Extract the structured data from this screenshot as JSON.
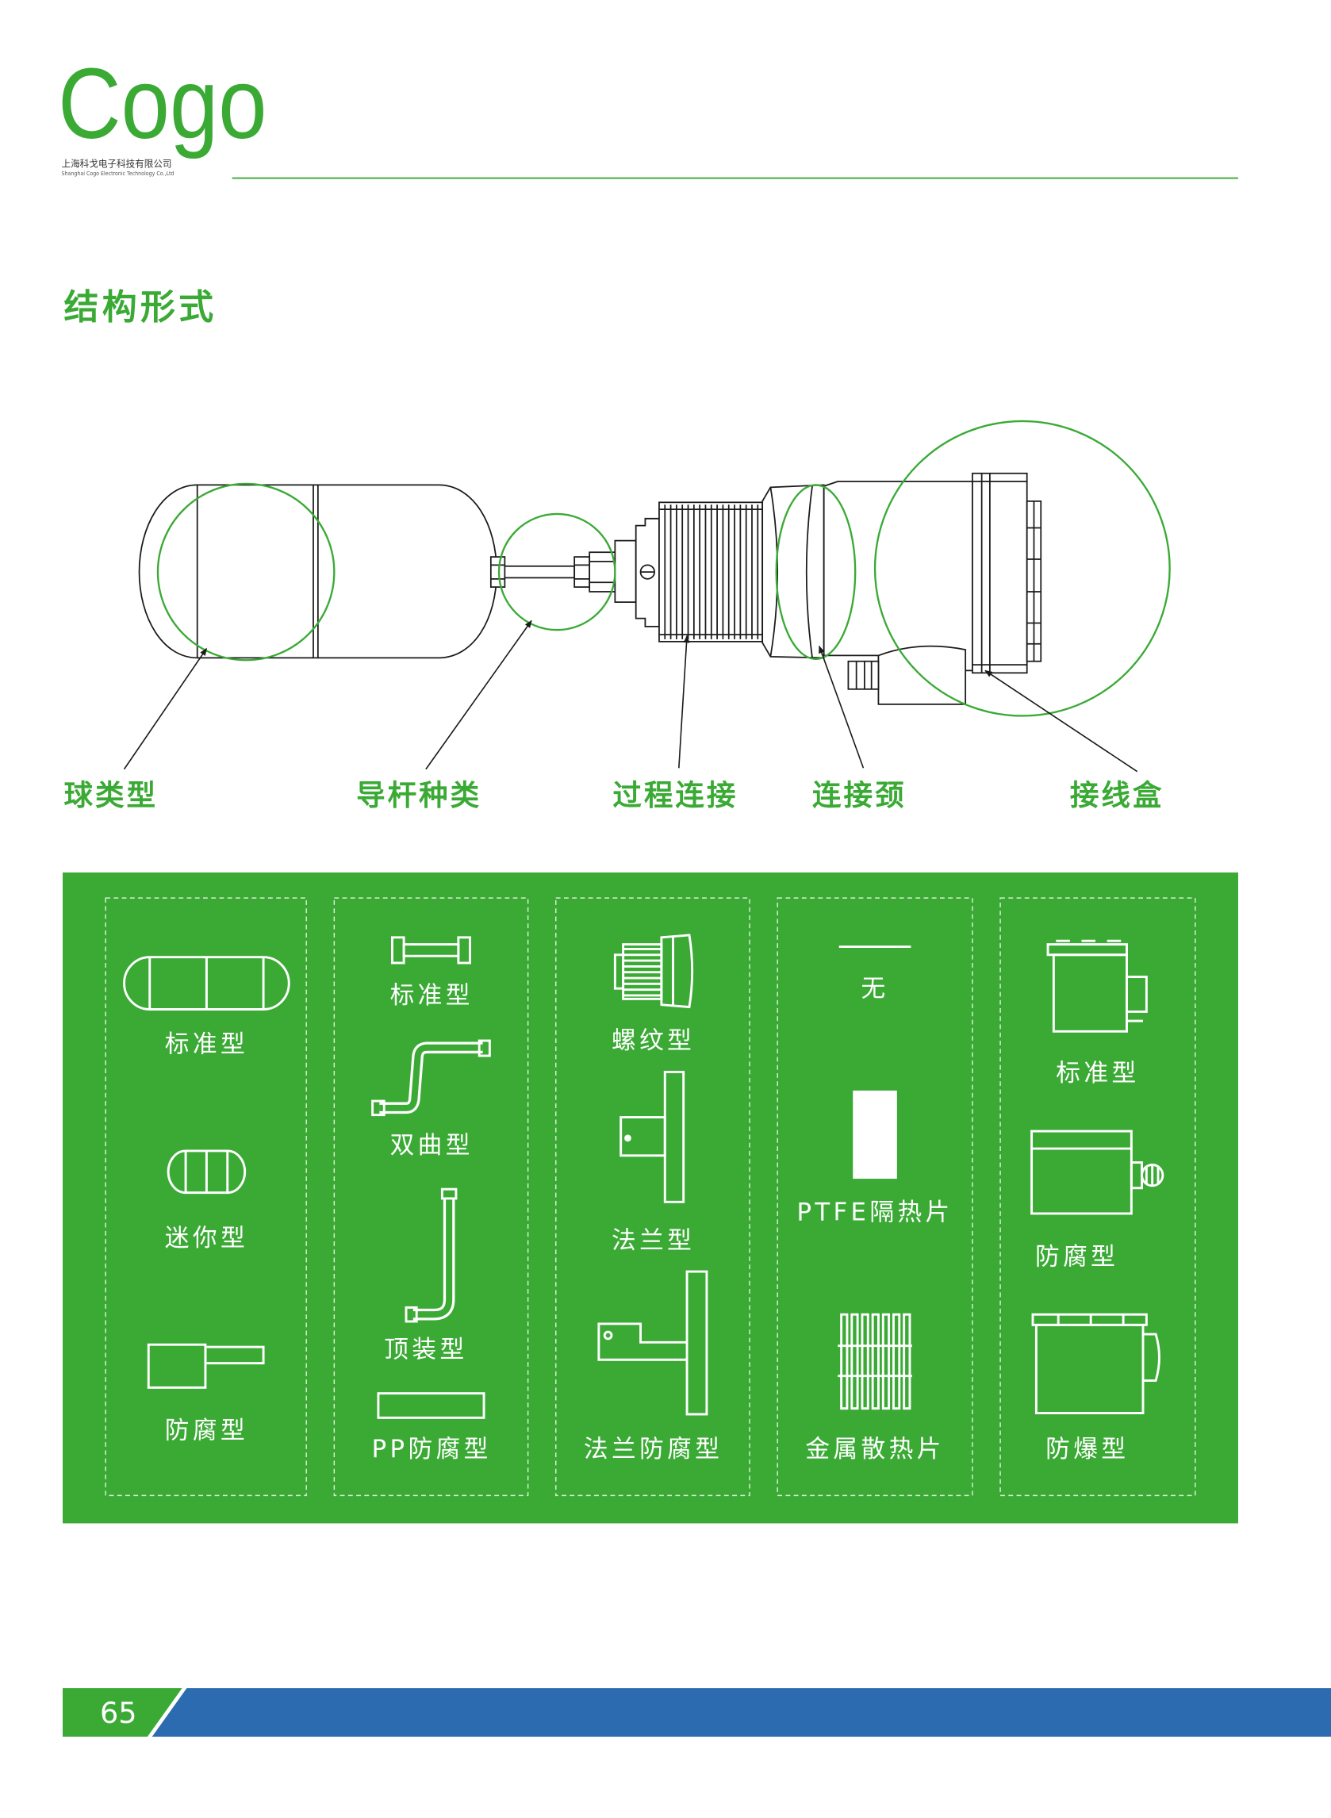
{
  "header": {
    "logo_text": "Cogo",
    "company_cn": "上海科戈电子科技有限公司",
    "company_en": "Shanghai Cogo Electronic Technology Co.,Ltd"
  },
  "section_title": "结构形式",
  "diagram": {
    "parts": [
      {
        "label": "球类型",
        "icon": "float-ball-icon"
      },
      {
        "label": "导杆种类",
        "icon": "guide-rod-icon"
      },
      {
        "label": "过程连接",
        "icon": "thread-connection-icon"
      },
      {
        "label": "连接颈",
        "icon": "connection-neck-icon"
      },
      {
        "label": "接线盒",
        "icon": "junction-box-icon"
      }
    ]
  },
  "options_panel": {
    "columns": [
      {
        "items": [
          {
            "label": "标准型",
            "icon": "standard-float-icon"
          },
          {
            "label": "迷你型",
            "icon": "mini-float-icon"
          },
          {
            "label": "防腐型",
            "icon": "anticorrosion-float-icon"
          }
        ]
      },
      {
        "items": [
          {
            "label": "标准型",
            "icon": "standard-rod-icon"
          },
          {
            "label": "双曲型",
            "icon": "double-bend-rod-icon"
          },
          {
            "label": "顶装型",
            "icon": "top-mount-rod-icon"
          },
          {
            "label": "PP防腐型",
            "icon": "pp-anticorrosion-rod-icon"
          }
        ]
      },
      {
        "items": [
          {
            "label": "螺纹型",
            "icon": "threaded-connection-icon"
          },
          {
            "label": "法兰型",
            "icon": "flange-connection-icon"
          },
          {
            "label": "法兰防腐型",
            "icon": "anticorrosion-flange-icon"
          }
        ]
      },
      {
        "items": [
          {
            "label": "无",
            "icon": "no-neck-icon"
          },
          {
            "label": "PTFE隔热片",
            "icon": "ptfe-insulation-spacer-icon"
          },
          {
            "label": "金属散热片",
            "icon": "metal-heat-sink-icon"
          }
        ]
      },
      {
        "items": [
          {
            "label": "标准型",
            "icon": "standard-junction-box-icon"
          },
          {
            "label": "防腐型",
            "icon": "anticorrosion-junction-box-icon"
          },
          {
            "label": "防爆型",
            "icon": "explosion-proof-junction-box-icon"
          }
        ]
      }
    ]
  },
  "footer": {
    "page_number": "65"
  },
  "colors": {
    "brand_green": "#3aaa35",
    "footer_blue": "#2d6bb0",
    "drawing_line": "#1a1a1a",
    "highlight_circle": "#3aaa35"
  }
}
